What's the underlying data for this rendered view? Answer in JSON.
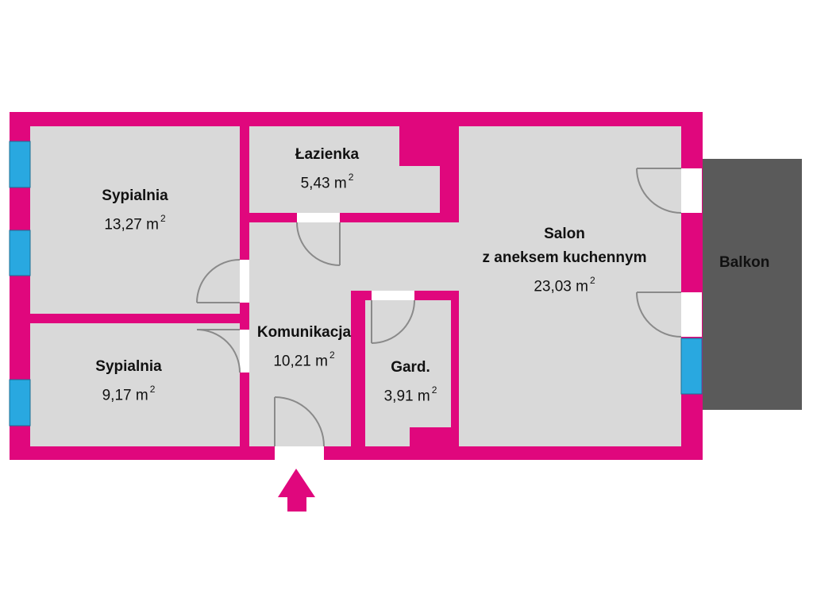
{
  "colors": {
    "wall": "#e0077d",
    "floor": "#d9d9d9",
    "balcony": "#5a5a5a",
    "window": "#29a8e0",
    "door_stroke": "#8a8a8a",
    "entrance_arrow": "#e0077d"
  },
  "rooms": [
    {
      "id": "bedroom-1",
      "name": "Sypialnia",
      "area": "13,27 m",
      "exp": "2"
    },
    {
      "id": "bedroom-2",
      "name": "Sypialnia",
      "area": "9,17 m",
      "exp": "2"
    },
    {
      "id": "bathroom",
      "name": "Łazienka",
      "area": "5,43 m",
      "exp": "2"
    },
    {
      "id": "hallway",
      "name": "Komunikacja",
      "area": "10,21 m",
      "exp": "2"
    },
    {
      "id": "wardrobe",
      "name": "Gard.",
      "area": "3,91 m",
      "exp": "2"
    },
    {
      "id": "living-room",
      "name": "Salon",
      "name2": "z aneksem kuchennym",
      "area": "23,03 m",
      "exp": "2"
    }
  ],
  "balcony": {
    "name": "Balkon"
  },
  "icons": {
    "entrance": "entrance-arrow-icon"
  }
}
